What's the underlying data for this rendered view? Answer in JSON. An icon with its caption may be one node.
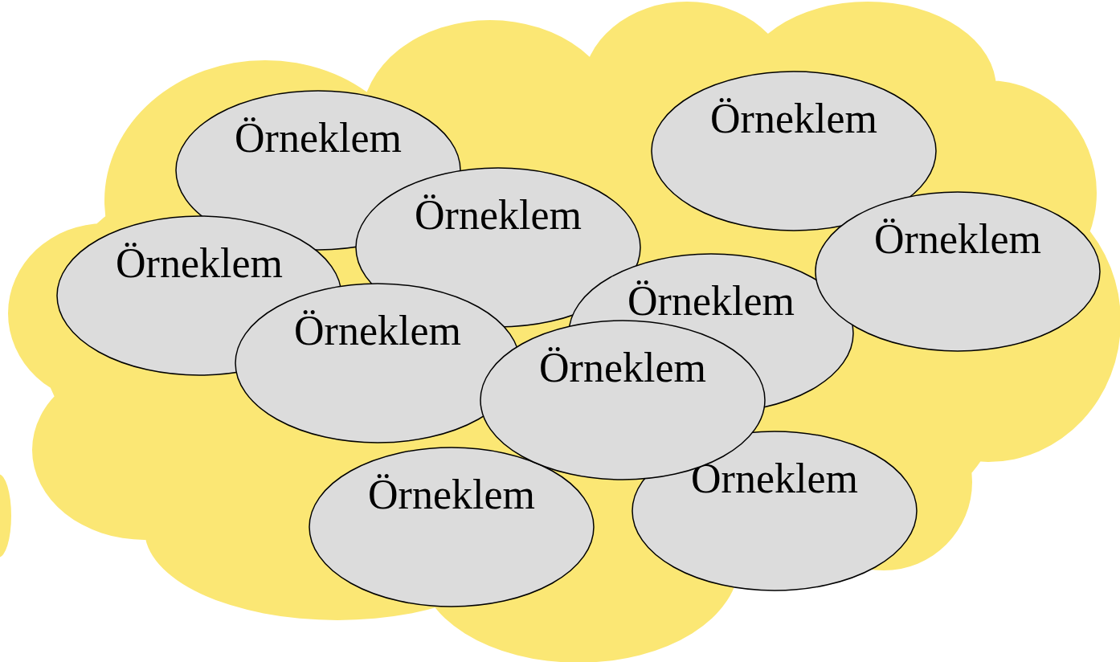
{
  "diagram": {
    "nodes": [
      {
        "text": [],
        "shape": "cloud"
      },
      {
        "text": [
          "Örneklem"
        ],
        "in": 0
      },
      {
        "text": [
          "Örneklem"
        ],
        "in": 0
      },
      {
        "text": [
          "Örneklem"
        ],
        "in": 0
      },
      {
        "text": [
          "Örneklem"
        ],
        "in": 0
      },
      {
        "text": [
          "Örneklem"
        ],
        "in": 0
      },
      {
        "text": [
          "Örneklem"
        ],
        "in": 0
      },
      {
        "text": [
          "Örneklem"
        ],
        "in": 0
      },
      {
        "text": [
          "Örneklem"
        ],
        "in": 0
      },
      {
        "text": [
          "Örneklem"
        ],
        "in": 0
      },
      {
        "text": [
          "Örneklem"
        ],
        "in": 0
      }
    ],
    "edges": []
  }
}
